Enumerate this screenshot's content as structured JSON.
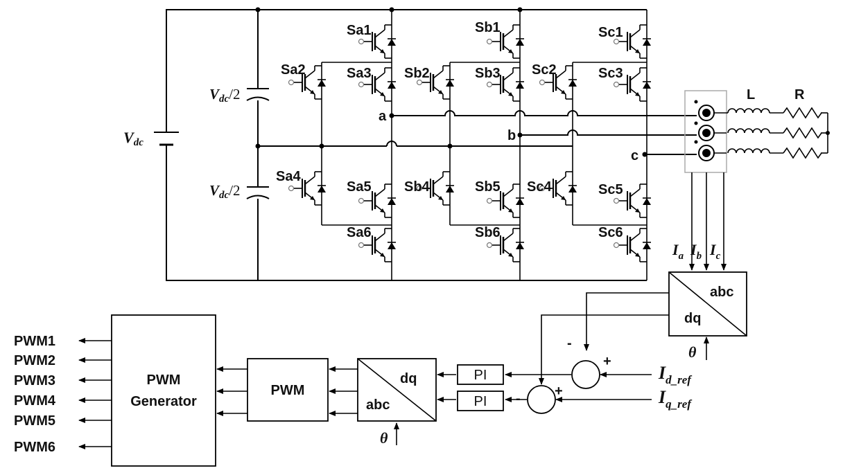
{
  "switch_labels": {
    "sa1": "Sa1",
    "sa2": "Sa2",
    "sa3": "Sa3",
    "sa4": "Sa4",
    "sa5": "Sa5",
    "sa6": "Sa6",
    "sb1": "Sb1",
    "sb2": "Sb2",
    "sb3": "Sb3",
    "sb4": "Sb4",
    "sb5": "Sb5",
    "sb6": "Sb6",
    "sc1": "Sc1",
    "sc2": "Sc2",
    "sc3": "Sc3",
    "sc4": "Sc4",
    "sc5": "Sc5",
    "sc6": "Sc6"
  },
  "source": {
    "vdc_main": "V",
    "vdc_sub": "dc",
    "half_main": "V",
    "half_sub": "dc",
    "half_suffix": "/2"
  },
  "phases": {
    "a": "a",
    "b": "b",
    "c": "c"
  },
  "load": {
    "inductor": "L",
    "resistor": "R"
  },
  "currents": {
    "main": "I",
    "a": "a",
    "b": "b",
    "c": "c",
    "d_ref": "d_ref",
    "q_ref": "q_ref"
  },
  "transform": {
    "abc": "abc",
    "dq": "dq",
    "theta": "θ",
    "plus": "+",
    "minus": "-"
  },
  "controller": {
    "pi": "PI"
  },
  "pwm": {
    "block": "PWM",
    "generator_line1": "PWM",
    "generator_line2": "Generator",
    "outputs": [
      "PWM1",
      "PWM2",
      "PWM3",
      "PWM4",
      "PWM5",
      "PWM6"
    ]
  },
  "colors": {
    "line": "#000000",
    "box_border": "#aaaaaa",
    "background": "#ffffff"
  }
}
